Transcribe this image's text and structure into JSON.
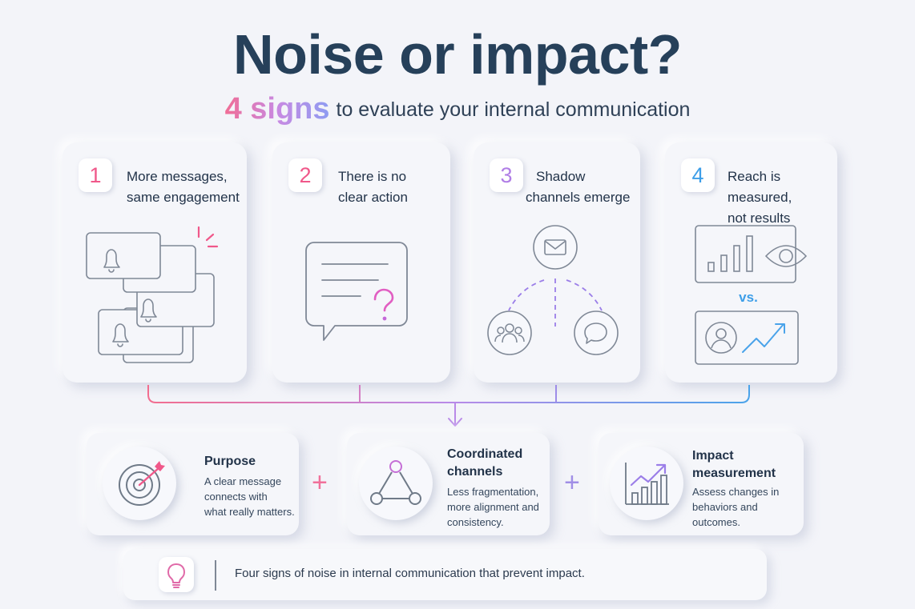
{
  "header": {
    "title": "Noise or impact?",
    "subtitle_accent": "4 signs",
    "subtitle_rest": "to evaluate your internal communication"
  },
  "signs": [
    {
      "number": "1",
      "line1": "More messages,",
      "line2": "same engagement",
      "icon": "stacked-notification-bell-icons",
      "color": "#f0588a"
    },
    {
      "number": "2",
      "line1": "There is no",
      "line2": "clear action",
      "icon": "speech-bubble-question-icon",
      "color": "#f0588a"
    },
    {
      "number": "3",
      "line1": "Shadow",
      "line2": "channels emerge",
      "icon": "shadow-channels-icon",
      "color": "#b07ee6"
    },
    {
      "number": "4",
      "line1": "Reach is measured,",
      "line2": "not results",
      "icon": "reach-vs-results-icon",
      "color": "#3d9ee8",
      "vs_label": "vs."
    }
  ],
  "solutions": [
    {
      "title_line1": "Purpose",
      "title_line2": "",
      "desc": [
        "A clear message",
        "connects with",
        "what really matters."
      ],
      "icon": "target-icon"
    },
    {
      "title_line1": "Coordinated",
      "title_line2": "channels",
      "desc": [
        "Less fragmentation,",
        "more alignment and",
        "consistency."
      ],
      "icon": "network-triangle-icon"
    },
    {
      "title_line1": "Impact",
      "title_line2": "measurement",
      "desc": [
        "Assess changes in",
        "behaviors and",
        "outcomes."
      ],
      "icon": "growth-chart-icon"
    }
  ],
  "operators": {
    "plus1": "+",
    "plus2": "+"
  },
  "colors": {
    "pink": "#f0588a",
    "purple": "#b07ee6",
    "blue": "#3d9ee8",
    "navy": "#26405a"
  },
  "footer": {
    "text": "Four signs of noise in internal communication that prevent impact.",
    "icon": "lightbulb-icon"
  }
}
